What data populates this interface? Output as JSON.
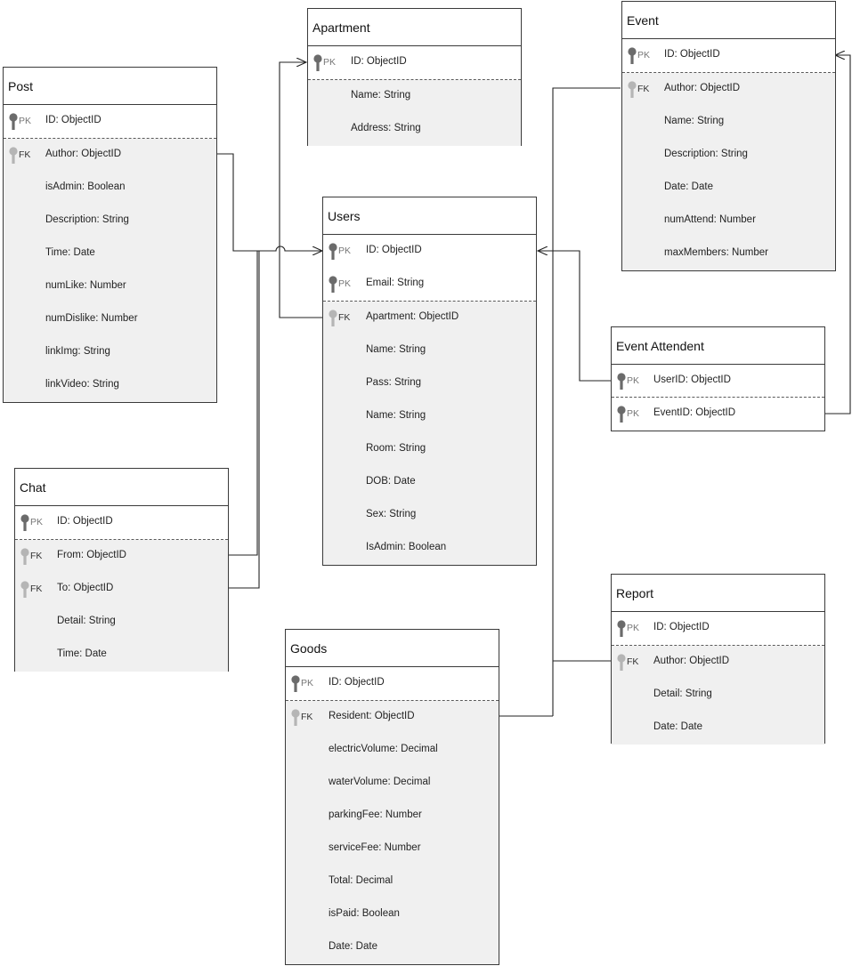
{
  "entities": {
    "post": {
      "title": "Post",
      "pk_rows": [
        {
          "key": "PK",
          "label": "ID: ObjectID"
        }
      ],
      "rows": [
        {
          "key": "FK",
          "label": "Author: ObjectID"
        },
        {
          "key": "",
          "label": "isAdmin: Boolean"
        },
        {
          "key": "",
          "label": "Description: String"
        },
        {
          "key": "",
          "label": "Time: Date"
        },
        {
          "key": "",
          "label": "numLike: Number"
        },
        {
          "key": "",
          "label": "numDislike: Number"
        },
        {
          "key": "",
          "label": "linkImg: String"
        },
        {
          "key": "",
          "label": "linkVideo: String"
        }
      ]
    },
    "apartment": {
      "title": "Apartment",
      "pk_rows": [
        {
          "key": "PK",
          "label": "ID: ObjectID"
        }
      ],
      "rows": [
        {
          "key": "",
          "label": "Name: String"
        },
        {
          "key": "",
          "label": "Address: String"
        }
      ]
    },
    "event": {
      "title": "Event",
      "pk_rows": [
        {
          "key": "PK",
          "label": "ID: ObjectID"
        }
      ],
      "rows": [
        {
          "key": "FK",
          "label": "Author: ObjectID"
        },
        {
          "key": "",
          "label": "Name: String"
        },
        {
          "key": "",
          "label": "Description: String"
        },
        {
          "key": "",
          "label": "Date: Date"
        },
        {
          "key": "",
          "label": "numAttend: Number"
        },
        {
          "key": "",
          "label": "maxMembers: Number"
        }
      ]
    },
    "users": {
      "title": "Users",
      "pk_rows": [
        {
          "key": "PK",
          "label": "ID: ObjectID"
        },
        {
          "key": "PK",
          "label": "Email: String"
        }
      ],
      "rows": [
        {
          "key": "FK",
          "label": "Apartment: ObjectID"
        },
        {
          "key": "",
          "label": "Name: String"
        },
        {
          "key": "",
          "label": "Pass: String"
        },
        {
          "key": "",
          "label": "Name: String"
        },
        {
          "key": "",
          "label": "Room: String"
        },
        {
          "key": "",
          "label": "DOB: Date"
        },
        {
          "key": "",
          "label": "Sex: String"
        },
        {
          "key": "",
          "label": "IsAdmin: Boolean"
        }
      ]
    },
    "event_attendent": {
      "title": "Event Attendent",
      "pk_rows": [
        {
          "key": "PK",
          "label": "UserID: ObjectID"
        },
        {
          "key": "PK",
          "label": "EventID: ObjectID"
        }
      ],
      "rows": []
    },
    "chat": {
      "title": "Chat",
      "pk_rows": [
        {
          "key": "PK",
          "label": "ID: ObjectID"
        }
      ],
      "rows": [
        {
          "key": "FK",
          "label": "From: ObjectID"
        },
        {
          "key": "FK",
          "label": "To: ObjectID"
        },
        {
          "key": "",
          "label": "Detail: String"
        },
        {
          "key": "",
          "label": "Time: Date"
        }
      ]
    },
    "report": {
      "title": "Report",
      "pk_rows": [
        {
          "key": "PK",
          "label": "ID: ObjectID"
        }
      ],
      "rows": [
        {
          "key": "FK",
          "label": "Author: ObjectID"
        },
        {
          "key": "",
          "label": "Detail: String"
        },
        {
          "key": "",
          "label": "Date: Date"
        }
      ]
    },
    "goods": {
      "title": "Goods",
      "pk_rows": [
        {
          "key": "PK",
          "label": "ID: ObjectID"
        }
      ],
      "rows": [
        {
          "key": "FK",
          "label": "Resident: ObjectID"
        },
        {
          "key": "",
          "label": "electricVolume: Decimal"
        },
        {
          "key": "",
          "label": "waterVolume: Decimal"
        },
        {
          "key": "",
          "label": "parkingFee: Number"
        },
        {
          "key": "",
          "label": "serviceFee: Number"
        },
        {
          "key": "",
          "label": "Total: Decimal"
        },
        {
          "key": "",
          "label": "isPaid: Boolean"
        },
        {
          "key": "",
          "label": "Date: Date"
        }
      ]
    }
  },
  "icons": {
    "primary_key": "key-icon",
    "foreign_key": "key-icon"
  },
  "colors": {
    "pk_icon": "#6b6b6b",
    "fk_icon": "#b5b5b5",
    "field_bg": "#f0f0f0",
    "border": "#3a3a3a"
  }
}
